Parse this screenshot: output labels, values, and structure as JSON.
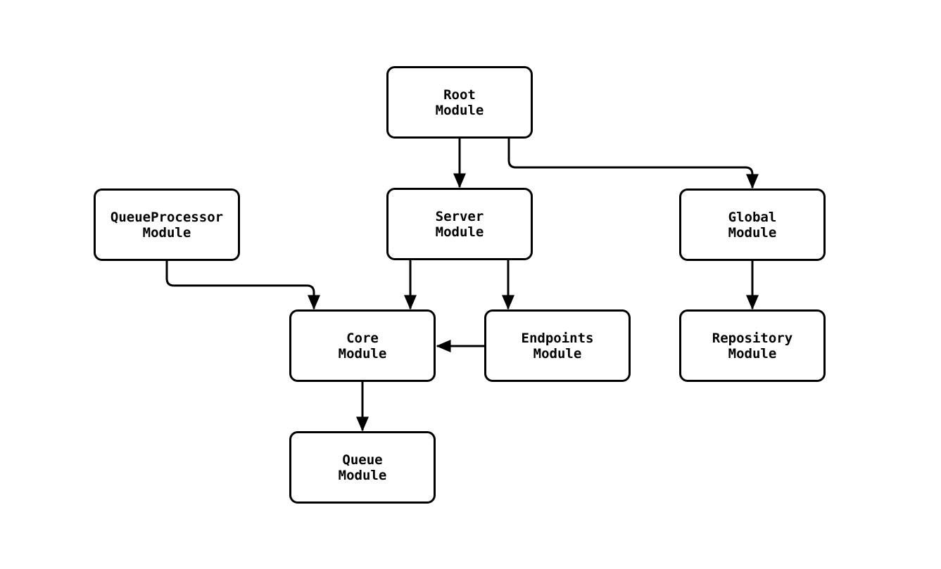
{
  "page": {
    "background": "#ffffff"
  },
  "diagram": {
    "type": "module-dependency-graph",
    "nodes": {
      "root": {
        "label": "Root\nModule"
      },
      "server": {
        "label": "Server\nModule"
      },
      "queue_processor": {
        "label": "QueueProcessor\nModule"
      },
      "global": {
        "label": "Global\nModule"
      },
      "core": {
        "label": "Core\nModule"
      },
      "endpoints": {
        "label": "Endpoints\nModule"
      },
      "repository": {
        "label": "Repository\nModule"
      },
      "queue": {
        "label": "Queue\nModule"
      }
    },
    "edges": [
      {
        "from": "Root Module",
        "to": "Server Module"
      },
      {
        "from": "Root Module",
        "to": "Global Module"
      },
      {
        "from": "QueueProcessor Module",
        "to": "Core Module"
      },
      {
        "from": "Server Module",
        "to": "Core Module"
      },
      {
        "from": "Server Module",
        "to": "Endpoints Module"
      },
      {
        "from": "Endpoints Module",
        "to": "Core Module"
      },
      {
        "from": "Global Module",
        "to": "Repository Module"
      },
      {
        "from": "Core Module",
        "to": "Queue Module"
      }
    ],
    "colors": {
      "node_fill": "#ffffff",
      "node_border": "#000000",
      "edge": "#000000",
      "text": "#000000"
    }
  }
}
